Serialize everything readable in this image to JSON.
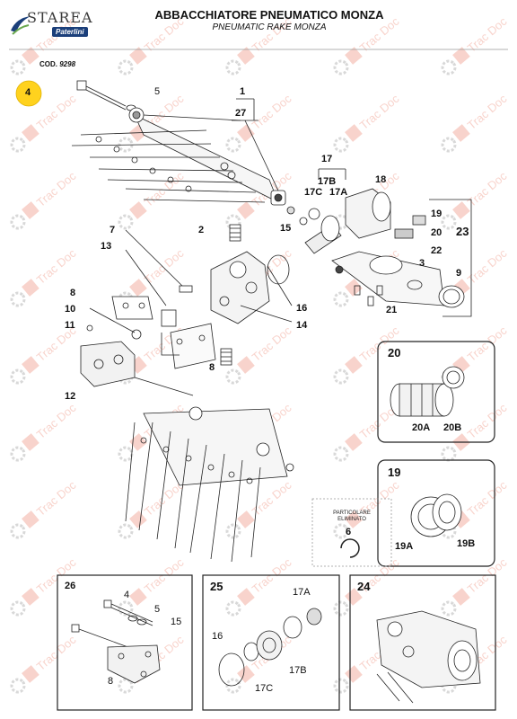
{
  "header": {
    "brand": "STAREA",
    "brand_sub": "Paterlini",
    "title": "ABBACCHIATORE PNEUMATICO MONZA",
    "subtitle": "PNEUMATIC RAKE MONZA",
    "code_label": "COD.",
    "code_value": "9298"
  },
  "watermark": {
    "text": "Trac Doc",
    "color": "#e8654a"
  },
  "highlight": {
    "label": "4",
    "color": "#ffd21e"
  },
  "labels": {
    "l1": "1",
    "l27": "27",
    "l5": "5",
    "l17": "17",
    "l17B": "17B",
    "l17C": "17C",
    "l17A": "17A",
    "l18": "18",
    "l15": "15",
    "l19": "19",
    "l20": "20",
    "l23": "23",
    "l22": "22",
    "l3": "3",
    "l9": "9",
    "l21": "21",
    "l7": "7",
    "l2": "2",
    "l13": "13",
    "l8": "8",
    "l10": "10",
    "l11": "11",
    "l16": "16",
    "l14": "14",
    "l8b": "8",
    "l12": "12"
  },
  "panel20": {
    "title": "20",
    "a": "20A",
    "b": "20B"
  },
  "panel19": {
    "title": "19",
    "a": "19A",
    "b": "19B"
  },
  "note": {
    "line1": "PARTICOLARE",
    "line2": "ELIMINATO",
    "num": "6"
  },
  "panel26": {
    "title": "26",
    "p4": "4",
    "p5": "5",
    "p15": "15",
    "p8": "8"
  },
  "panel25": {
    "title": "25",
    "p17A": "17A",
    "p16": "16",
    "p17B": "17B",
    "p17C": "17C"
  },
  "panel24": {
    "title": "24"
  }
}
